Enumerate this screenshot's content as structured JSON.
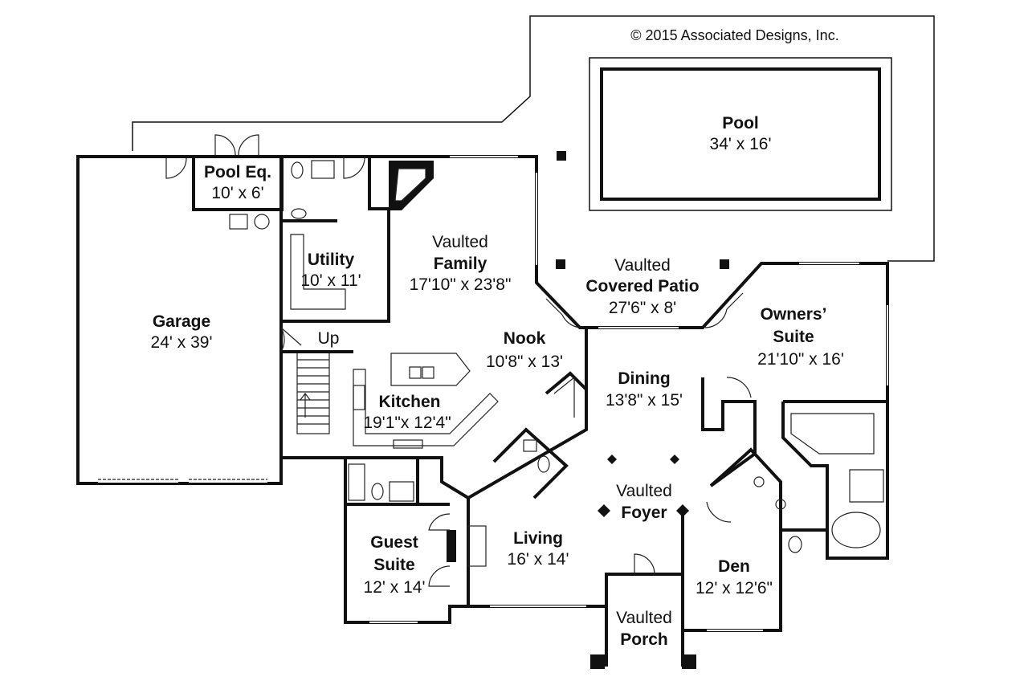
{
  "copyright": "© 2015 Associated Designs, Inc.",
  "rooms": {
    "pool": {
      "name": "Pool",
      "size": "34' x 16'"
    },
    "pool_eq": {
      "name": "Pool Eq.",
      "size": "10' x 6'"
    },
    "garage": {
      "name": "Garage",
      "size": "24' x 39'"
    },
    "utility": {
      "name": "Utility",
      "size": "10' x 11'"
    },
    "family": {
      "prefix": "Vaulted",
      "name": "Family",
      "size": "17'10\" x 23'8\""
    },
    "covered_patio": {
      "prefix": "Vaulted",
      "name": "Covered Patio",
      "size": "27'6\" x 8'"
    },
    "owners_suite": {
      "name_line1": "Owners’",
      "name_line2": "Suite",
      "size": "21'10\" x 16'"
    },
    "nook": {
      "name": "Nook",
      "size": "10'8\" x 13'"
    },
    "dining": {
      "name": "Dining",
      "size": "13'8\" x 15'"
    },
    "kitchen": {
      "name": "Kitchen",
      "size": "19'1\"x 12'4\""
    },
    "foyer": {
      "prefix": "Vaulted",
      "name": "Foyer"
    },
    "living": {
      "name": "Living",
      "size": "16' x 14'"
    },
    "guest_suite": {
      "name_line1": "Guest",
      "name_line2": "Suite",
      "size": "12' x 14'"
    },
    "den": {
      "name": "Den",
      "size": "12' x 12'6\""
    },
    "porch": {
      "prefix": "Vaulted",
      "name": "Porch"
    }
  },
  "stairs": {
    "label": "Up"
  }
}
